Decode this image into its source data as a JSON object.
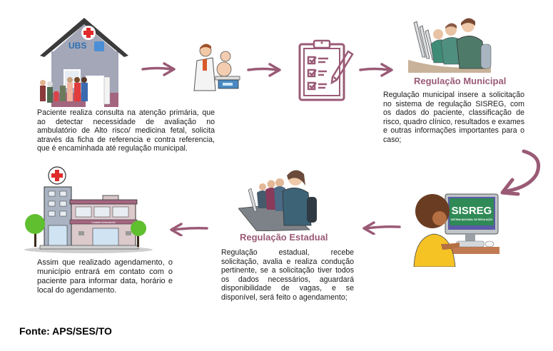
{
  "colors": {
    "accent": "#9a5a76",
    "arrow": "#9a5a76",
    "text": "#1a1a1a"
  },
  "steps": [
    {
      "id": "ubs",
      "icon": "ubs-clinic-icon",
      "sign": "UBS",
      "text": "Paciente realiza consulta na atenção primária, que ao detectar necessidade de avaliação no ambulatório de Alto risco/ medicina fetal, solicita através da ficha de referencia e contra referencia, que é encaminhada até regulação municipal."
    },
    {
      "id": "doctor",
      "icon": "doctor-baby-scale-icon"
    },
    {
      "id": "form",
      "icon": "clipboard-checklist-icon"
    },
    {
      "id": "municipal",
      "icon": "call-center-operators-icon",
      "title": "Regulação Municipal",
      "text": "Regulação municipal insere a solicitação no sistema de regulação SISREG, com os dados do paciente, classificação de risco, quadro clínico, resultados e exames e outras informações importantes para o caso;"
    },
    {
      "id": "sisreg",
      "icon": "computer-sisreg-icon",
      "screen_title": "SISREG",
      "screen_subtitle": "SISTEMA NACIONAL DE REGULAÇÃO"
    },
    {
      "id": "estadual",
      "icon": "call-center-team-icon",
      "title": "Regulação Estadual",
      "text": "Regulação estadual, recebe solicitação, avalia e realiza condução pertinente, se a solicitação tiver todos os dados necessários, aguardará disponibilidade de vagas, e se disponível, será feito o agendamento;"
    },
    {
      "id": "ambulatorio",
      "icon": "hospital-building-icon",
      "sign": "Unidade Ambulatorial",
      "text": "Assim que realizado agendamento, o município entrará em contato com o paciente para informar data, horário e local do agendamento."
    }
  ],
  "footer": {
    "source": "Fonte: APS/SES/TO"
  }
}
